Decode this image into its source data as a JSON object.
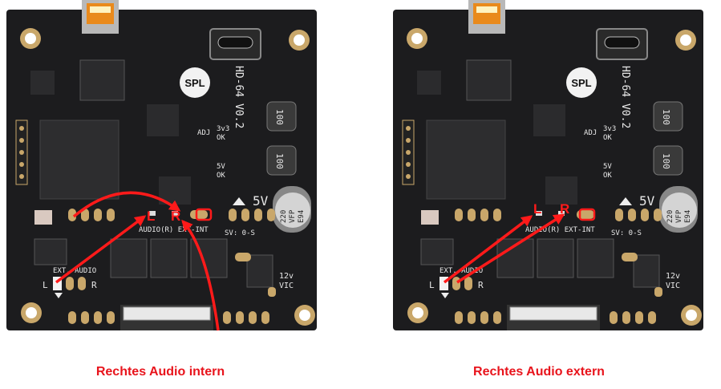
{
  "boards": [
    {
      "caption": "Rechtes Audio intern",
      "annotation": {
        "left_label": "L",
        "right_label": "R"
      }
    },
    {
      "caption": "Rechtes Audio extern",
      "annotation": {
        "left_label": "L",
        "right_label": "R"
      }
    }
  ],
  "silkscreen": {
    "logo": "SPL",
    "model": "HD-64 V0.2",
    "adj": "ADJ",
    "ok_3v3": "3v3",
    "ok_5v": "5V",
    "ok": "OK",
    "v5": "5V",
    "audio_jumper": "AUDIO(R) EXT-INT",
    "sv": "SV: 0-S",
    "ext_audio": "EXT. AUDIO",
    "l": "L",
    "r": "R",
    "v12": "12v",
    "vic": "VIC",
    "inductor": "100",
    "cap_1": "220",
    "cap_2": "VFP",
    "cap_3": "E94"
  },
  "colors": {
    "annotation": "#ff1a1a",
    "caption": "#e8141c",
    "pcb": "#1c1c1e",
    "gold": "#c9a76a"
  }
}
